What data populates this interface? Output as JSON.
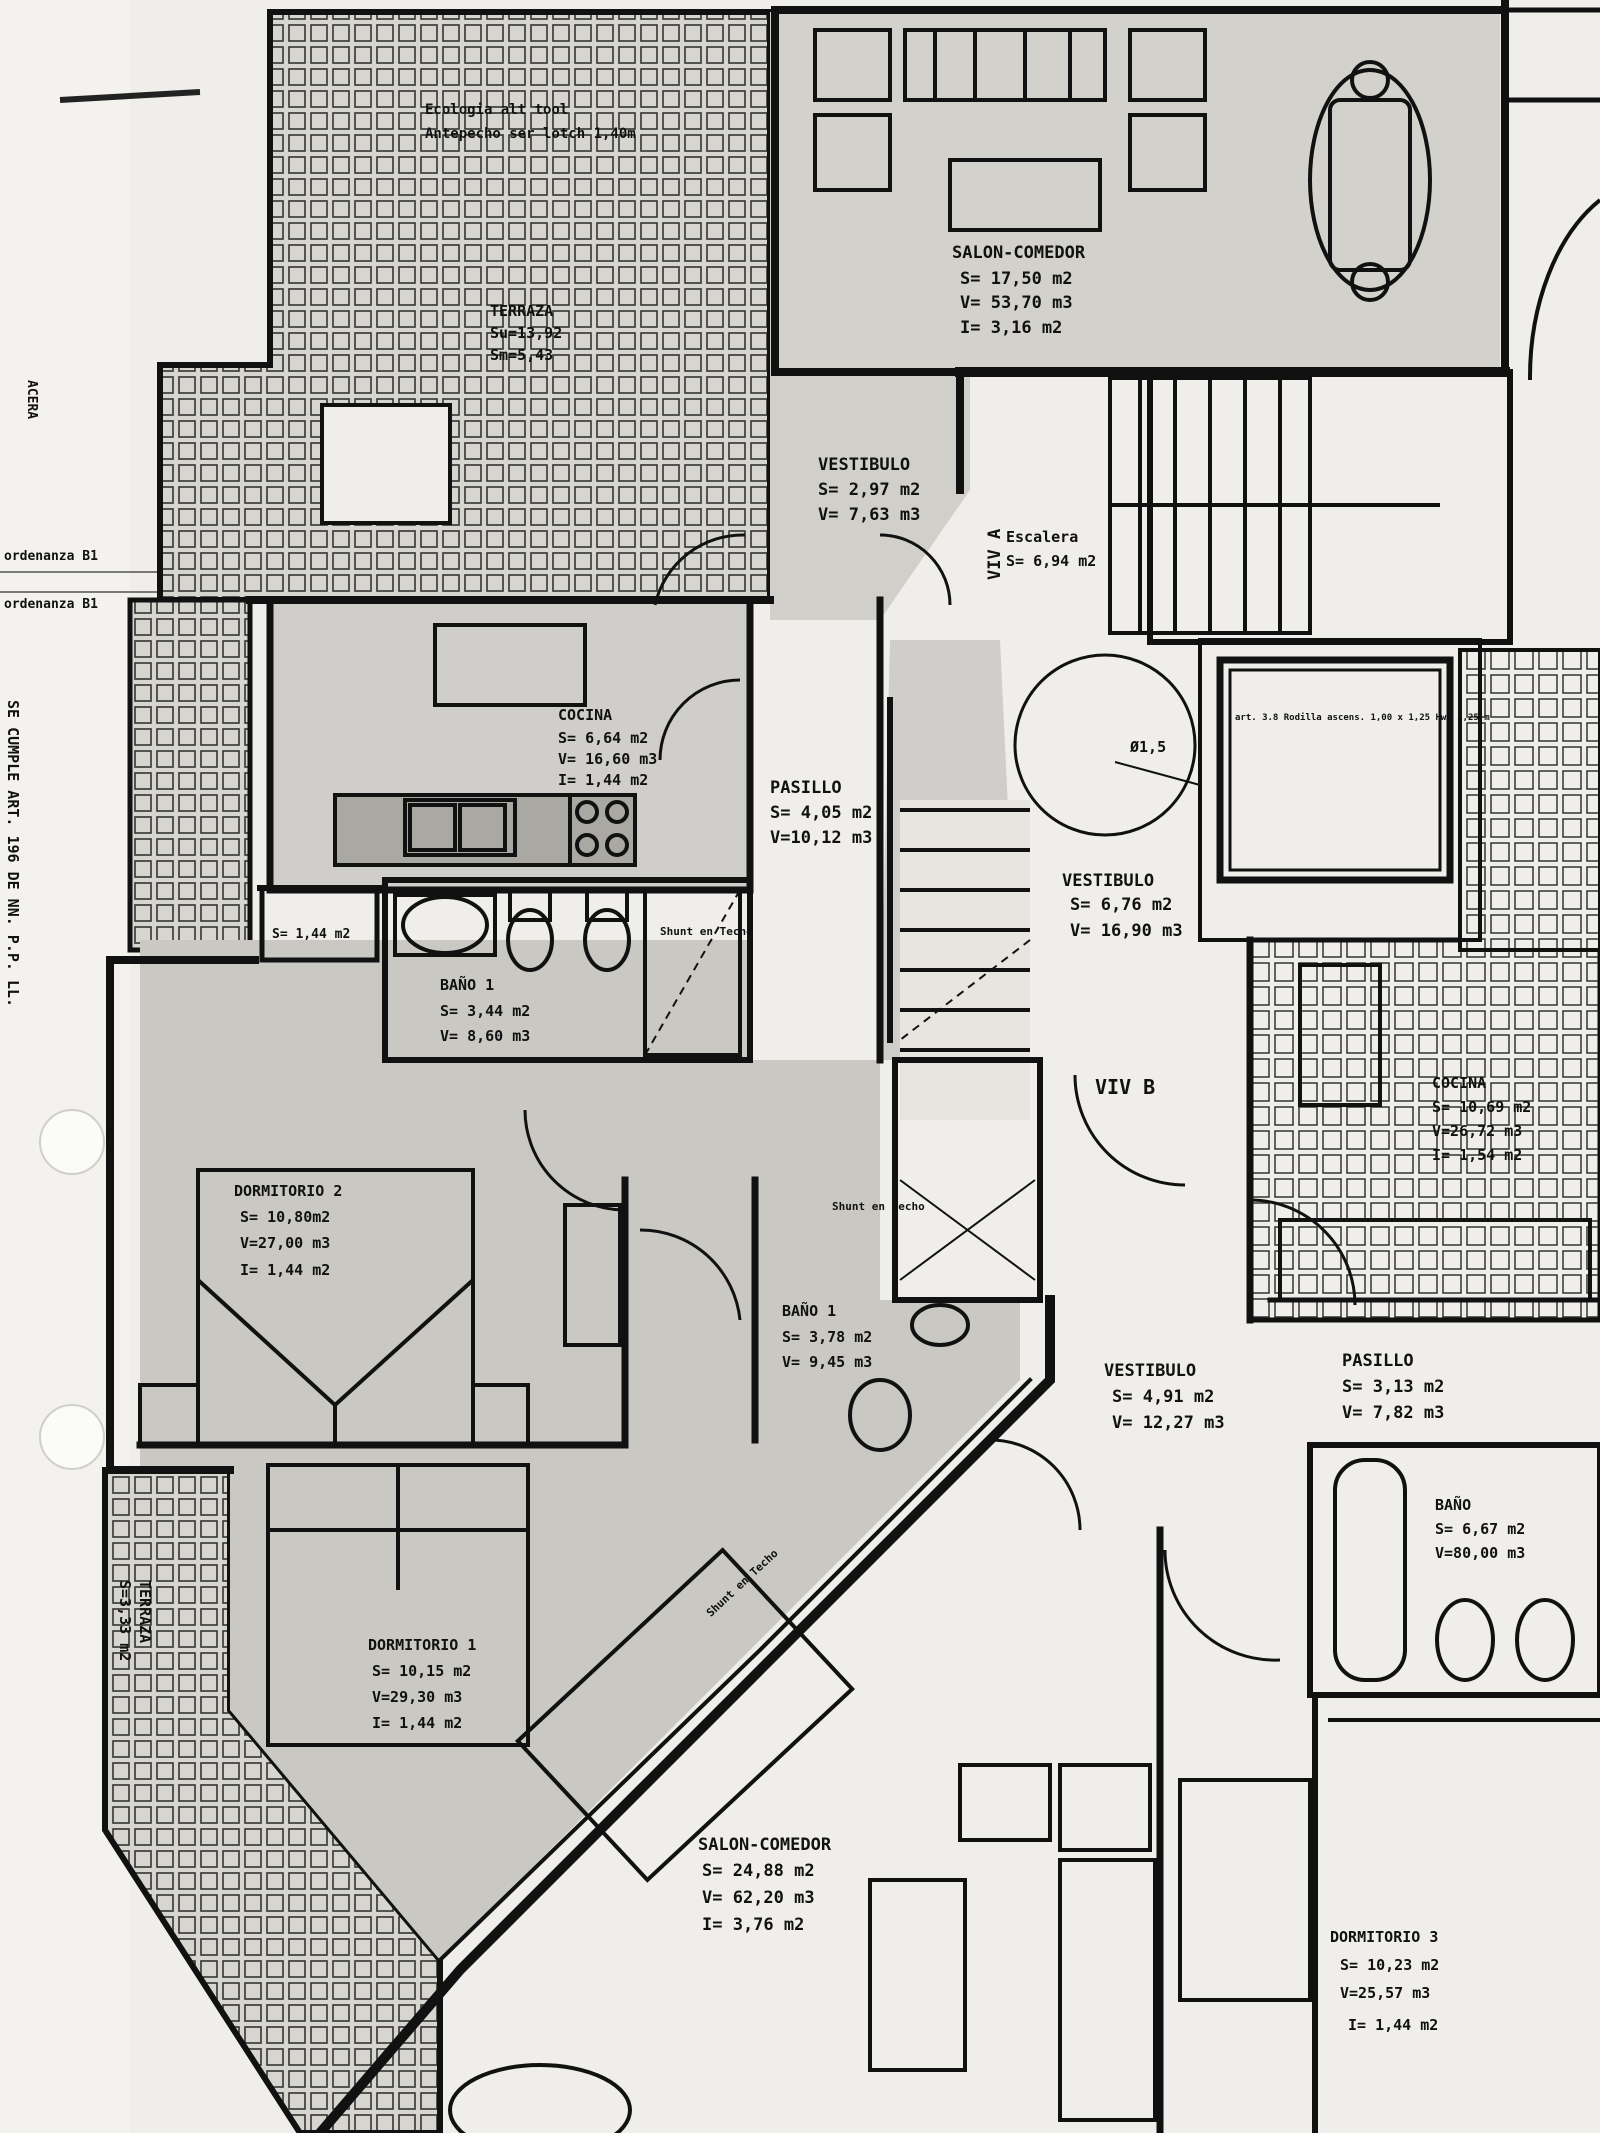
{
  "margin_notes": {
    "acera": "ACERA",
    "cumple": "SE CUMPLE ART. 196 DE NN. P.P. LL.",
    "ordenanza_1": "ordenanza B1",
    "ordenanza_2": "ordenanza B1"
  },
  "rooms": {
    "terraza_a": {
      "name": "TERRAZA",
      "s": "Su=13,92",
      "t": "Sm=5,43"
    },
    "terraza_note": {
      "l1": "Ecologia alt tool",
      "l2": "Antepecho ser lotch 1,40m"
    },
    "salon_comedor_a": {
      "name": "SALON-COMEDOR",
      "s": "S= 17,50 m2",
      "v": "V= 53,70 m3",
      "i": "I= 3,16 m2"
    },
    "vestibulo_a": {
      "name": "VESTIBULO",
      "s": "S= 2,97 m2",
      "v": "V= 7,63 m3"
    },
    "escalera": {
      "name": "Escalera",
      "s": "S= 6,94 m2"
    },
    "cocina_a": {
      "name": "COCINA",
      "s": "S= 6,64 m2",
      "v": "V= 16,60 m3",
      "i": "I= 1,44 m2"
    },
    "pasillo_a": {
      "name": "PASILLO",
      "s": "S= 4,05 m2",
      "v": "V=10,12 m3"
    },
    "bano_1_a": {
      "name": "BAÑO 1",
      "s": "S= 3,44 m2",
      "v": "V= 8,60 m3"
    },
    "dormitorio_2": {
      "name": "DORMITORIO 2",
      "s": "S= 10,80m2",
      "v": "V=27,00 m3",
      "i": "I= 1,44 m2"
    },
    "dormitorio_1": {
      "name": "DORMITORIO 1",
      "s": "S= 10,15 m2",
      "v": "V=29,30 m3",
      "i": "I= 1,44 m2"
    },
    "salon_comedor_b": {
      "name": "SALON-COMEDOR",
      "s": "S= 24,88 m2",
      "v": "V= 62,20 m3",
      "i": "I= 3,76 m2"
    },
    "vestibulo_center": {
      "name": "VESTIBULO",
      "s": "S= 6,76 m2",
      "v": "V= 16,90 m3"
    },
    "viv_b": {
      "name": "VIV B"
    },
    "viv_a": {
      "name": "VIV A"
    },
    "cocina_b": {
      "name": "COCINA",
      "s": "S= 10,69 m2",
      "v": "V=26,72 m3",
      "i": "I= 1,54 m2"
    },
    "bano_1_b": {
      "name": "BAÑO 1",
      "s": "S= 3,78 m2",
      "v": "V= 9,45 m3"
    },
    "vestibulo_b": {
      "name": "VESTIBULO",
      "s": "S= 4,91 m2",
      "v": "V= 12,27 m3"
    },
    "pasillo_b": {
      "name": "PASILLO",
      "s": "S= 3,13 m2",
      "v": "V= 7,82 m3"
    },
    "bano_c": {
      "name": "BAÑO",
      "s": "S= 6,67 m2",
      "v": "V=80,00 m3"
    },
    "dormitorio_3": {
      "name": "DORMITORIO 3",
      "s": "S= 10,23 m2",
      "v": "V=25,57 m3",
      "i": "I= 1,44 m2"
    },
    "lavadero": {
      "s": "S= 1,44 m2"
    },
    "terraza_b": {
      "name": "TERRAZA",
      "s": "S=3,33 m2"
    }
  },
  "annotations": {
    "diameter": "Ø1,5",
    "ascensor": "art. 3.8 Rodilla ascens. 1,00 x 1,25 Hwc 1,25 m",
    "shunt": "Shunt en Techo",
    "shunt_2": "Shunt en Techo",
    "shunt_3": "Shunt en Techo"
  }
}
